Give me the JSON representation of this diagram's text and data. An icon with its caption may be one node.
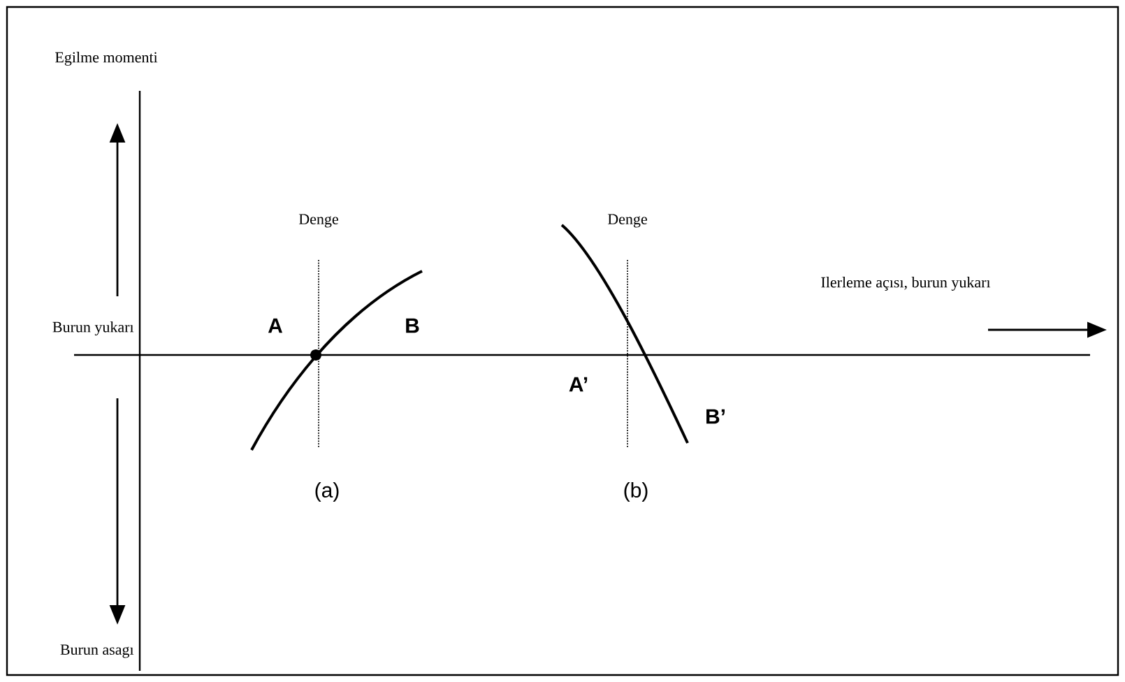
{
  "diagram": {
    "labels": [
      "Egilme momenti",
      "Denge",
      "Denge",
      "Ilerleme açısı, burun yukarı",
      "Burun yukarı",
      "A",
      "B",
      "A’",
      "B’",
      "(a)",
      "(b)",
      "Burun asagı"
    ]
  }
}
